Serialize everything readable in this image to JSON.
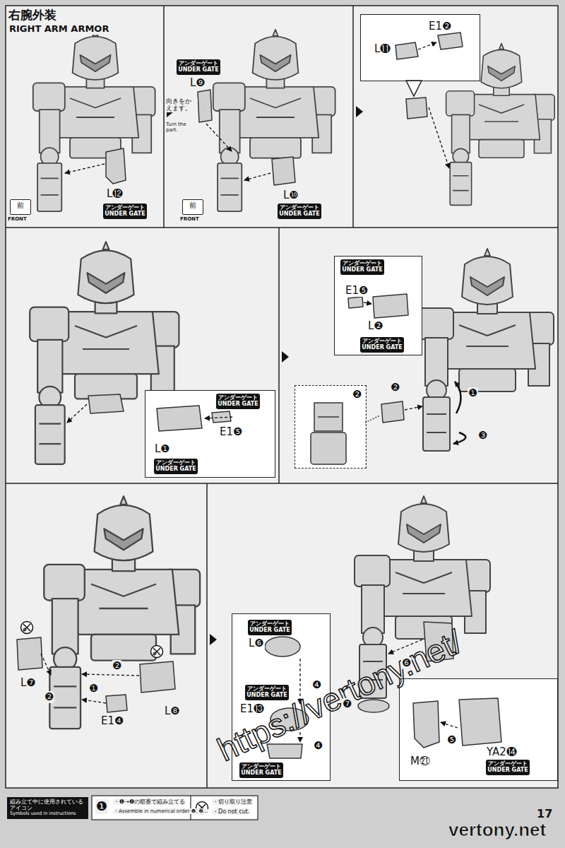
{
  "diagram": {
    "title": "右腕外装",
    "nodes": [
      {
        "text": [
          "前",
          "FRONT"
        ]
      },
      {
        "text": [
          "アンダーゲート UNDER GATE"
        ]
      },
      {
        "text": [
          "アンダーゲート UNDER GATE"
        ]
      },
      {
        "text": [
          "アンダーゲート UNDER GATE"
        ]
      },
      {
        "text": [
          "前",
          "FRONT"
        ]
      },
      {
        "text": [
          "L⓫",
          "E1❷"
        ]
      },
      {
        "text": [
          "L❶",
          "E1❺"
        ]
      },
      {
        "text": [
          "アンダーゲート UNDER GATE"
        ],
        "in": 6
      },
      {
        "text": [
          "アンダーゲート UNDER GATE"
        ],
        "in": 6
      },
      {
        "text": [
          "E1❺",
          "L❷"
        ]
      },
      {
        "text": [
          "アンダーゲート UNDER GATE"
        ],
        "in": 9
      },
      {
        "text": [
          "アンダーゲート UNDER GATE"
        ],
        "in": 9
      },
      {
        "text": [
          "❷"
        ]
      },
      {
        "text": [
          "L❻",
          "❹",
          "E1⓭",
          "❹"
        ]
      },
      {
        "text": [
          "アンダーゲート UNDER GATE"
        ],
        "in": 13
      },
      {
        "text": [
          "アンダーゲート UNDER GATE"
        ],
        "in": 13
      },
      {
        "text": [
          "アンダーゲート UNDER GATE"
        ],
        "in": 13
      },
      {
        "text": [
          "❺",
          "M㉑",
          "YA2⓮"
        ]
      },
      {
        "text": [
          "アンダーゲート UNDER GATE"
        ],
        "in": 17
      },
      {
        "text": [
          "組み立て中に使用されているアイコン",
          "Symbols used in instructions"
        ]
      }
    ],
    "labels": [
      "RIGHT ARM ARMOR",
      "L⓬",
      "L❾",
      "向きをかえます。",
      "Turn the part.",
      "L❿",
      "❷",
      "❶",
      "❸",
      "L❼",
      "❷",
      "❷",
      "❶",
      "E1❹",
      "L❽",
      "❻",
      "❼",
      "❶",
      "・❶→❷の順番で組み立てる",
      "・Assemble in numerical order ❶, ❷...",
      "・切り取り注意",
      "・Do not cut.",
      "17",
      "https://vertony.net/",
      "vertony.net"
    ]
  }
}
